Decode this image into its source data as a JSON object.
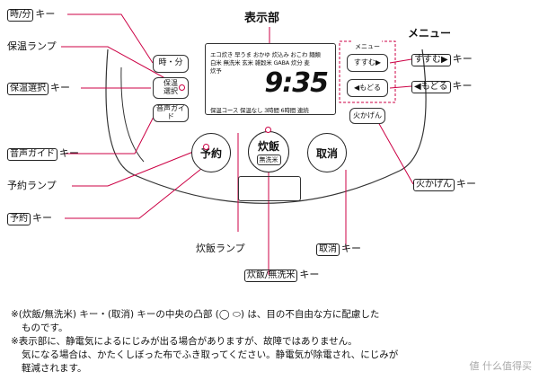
{
  "header": {
    "display_label": "表示部",
    "menu_label": "メニュー"
  },
  "left_labels": {
    "time_key": {
      "boxed": "時/分",
      "suffix": "キー"
    },
    "keep_warm_lamp": "保温ランプ",
    "keep_warm_select_key": {
      "boxed": "保温選択",
      "suffix": "キー"
    },
    "voice_guide_key": {
      "boxed": "音声ガイド",
      "suffix": "キー"
    },
    "timer_lamp": "予約ランプ",
    "timer_key": {
      "boxed": "予約",
      "suffix": "キー"
    },
    "cook_lamp": "炊飯ランプ"
  },
  "right_labels": {
    "forward_key": {
      "boxed": "すすむ▶",
      "suffix": "キー"
    },
    "back_key": {
      "boxed": "◀もどる",
      "suffix": "キー"
    },
    "heat_key": {
      "boxed": "火かげん",
      "suffix": "キー"
    },
    "cancel_key": {
      "boxed": "取消",
      "suffix": "キー"
    },
    "cook_key": {
      "boxed": "炊飯/無洗米",
      "suffix": "キー"
    }
  },
  "panel": {
    "time_button": "時・分",
    "keep_warm_button_line1": "保温",
    "keep_warm_button_line2": "選択",
    "voice_button": "音声ガイド",
    "menu_box_title": "メニュー",
    "forward_button": "すすむ▶",
    "back_button": "◀もどる",
    "heat_button": "火かげん",
    "timer_button": "予約",
    "cook_button": "炊飯",
    "cook_button_sub": "無洗米",
    "cancel_button": "取消"
  },
  "display": {
    "row1": "エコ炊き 早うま おかゆ 炊込み おこわ 麺類",
    "row2": "白米 無洗米 玄米 雑穀米 GABA 炊分 麦",
    "row3": "炊予",
    "clock": "9:35",
    "bottom_row": "保温コース  保温なし  3時間  6時間  連続"
  },
  "notes": {
    "line1": "※(炊飯/無洗米) キー・(取消) キーの中央の凸部 (◯ ⬭) は、目の不自由な方に配慮した",
    "line2": "ものです。",
    "line3": "※表示部に、静電気によるにじみが出る場合がありますが、故障ではありません。",
    "line4": "気になる場合は、かたくしぼった布でふき取ってください。静電気が除電され、にじみが",
    "line5": "軽減されます。"
  },
  "watermark": "値 什么值得买"
}
